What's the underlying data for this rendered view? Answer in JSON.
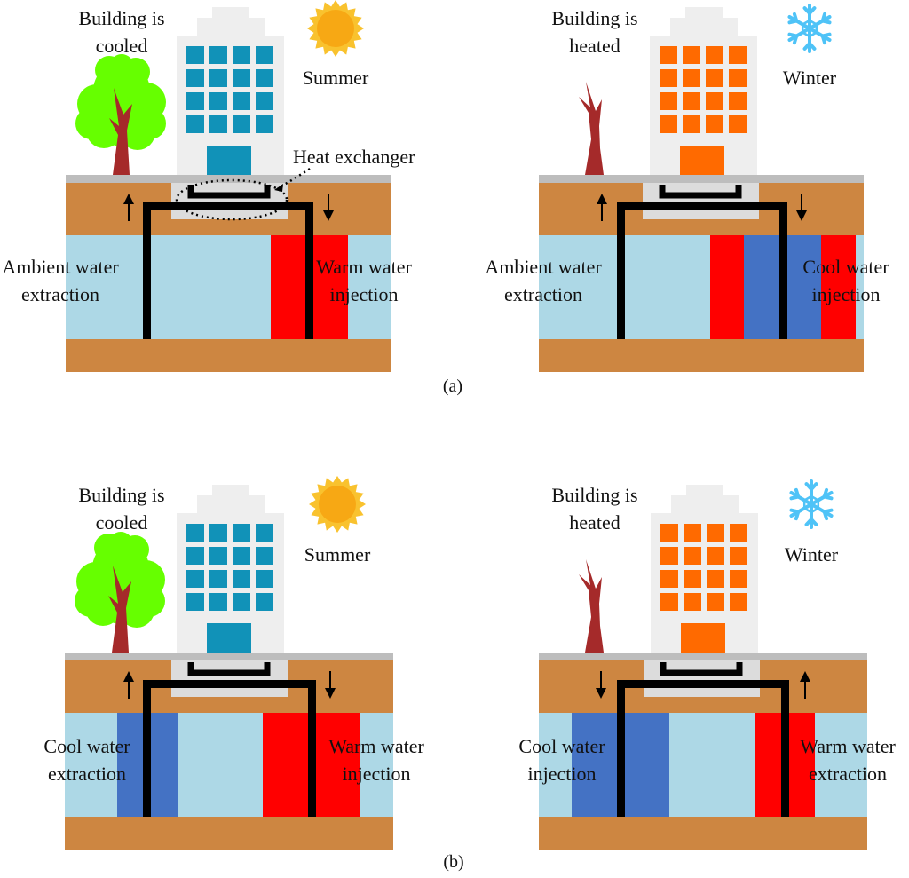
{
  "figure": {
    "captions": {
      "a": "(a)",
      "b": "(b)"
    },
    "colors": {
      "soil": "#cd8641",
      "ground_strip": "#bdbdbd",
      "ambient_water": "#add8e6",
      "warm_water": "#ff0000",
      "cool_water": "#4472c4",
      "pipe": "#000000",
      "heat_exchanger_box": "#dcdcdc",
      "building": "#eeeeee",
      "summer_windows": "#1192b8",
      "winter_windows": "#ff6a00",
      "tree_foliage": "#66ff00",
      "tree_trunk": "#a52a2a",
      "sun_outer": "#f9c22e",
      "sun_inner": "#f7a814",
      "snowflake": "#4fc3f7"
    },
    "panels": [
      {
        "id": "a-summer",
        "row": "a",
        "season": "Summer",
        "season_icon": "sun-icon",
        "building_status": [
          "Building is",
          "cooled"
        ],
        "window_color_key": "summer_windows",
        "tree": "leafy",
        "heat_exchanger_label": "Heat exchanger",
        "left_well": {
          "label": [
            "Ambient water",
            "extraction"
          ],
          "arrow": "up"
        },
        "right_well": {
          "label": [
            "Warm water",
            "injection"
          ],
          "arrow": "down"
        },
        "plumes": [
          {
            "type": "warm_water",
            "side": "right"
          }
        ]
      },
      {
        "id": "a-winter",
        "row": "a",
        "season": "Winter",
        "season_icon": "snowflake-icon",
        "building_status": [
          "Building is",
          "heated"
        ],
        "window_color_key": "winter_windows",
        "tree": "bare",
        "heat_exchanger_label": "",
        "left_well": {
          "label": [
            "Ambient water",
            "extraction"
          ],
          "arrow": "up"
        },
        "right_well": {
          "label": [
            "Cool water",
            "injection"
          ],
          "arrow": "down"
        },
        "plumes": [
          {
            "type": "warm_water",
            "side": "right-outer-left"
          },
          {
            "type": "cool_water",
            "side": "right"
          },
          {
            "type": "warm_water",
            "side": "right-outer-right"
          }
        ]
      },
      {
        "id": "b-summer",
        "row": "b",
        "season": "Summer",
        "season_icon": "sun-icon",
        "building_status": [
          "Building is",
          "cooled"
        ],
        "window_color_key": "summer_windows",
        "tree": "leafy",
        "heat_exchanger_label": "",
        "left_well": {
          "label": [
            "Cool water",
            "extraction"
          ],
          "arrow": "up"
        },
        "right_well": {
          "label": [
            "Warm water",
            "injection"
          ],
          "arrow": "down"
        },
        "plumes": [
          {
            "type": "cool_water",
            "side": "left"
          },
          {
            "type": "warm_water",
            "side": "right"
          }
        ]
      },
      {
        "id": "b-winter",
        "row": "b",
        "season": "Winter",
        "season_icon": "snowflake-icon",
        "building_status": [
          "Building is",
          "heated"
        ],
        "window_color_key": "winter_windows",
        "tree": "bare",
        "heat_exchanger_label": "",
        "left_well": {
          "label": [
            "Cool water",
            "injection"
          ],
          "arrow": "down"
        },
        "right_well": {
          "label": [
            "Warm water",
            "extraction"
          ],
          "arrow": "up"
        },
        "plumes": [
          {
            "type": "cool_water",
            "side": "left"
          },
          {
            "type": "warm_water",
            "side": "right"
          }
        ]
      }
    ]
  }
}
